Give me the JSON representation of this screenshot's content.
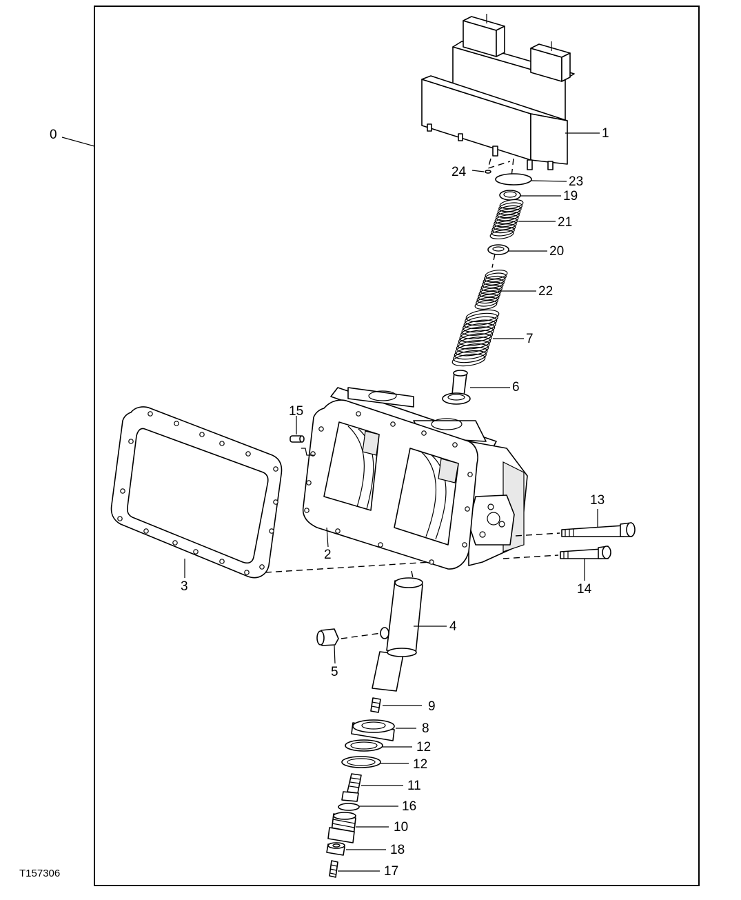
{
  "figure_code": "T157306",
  "callouts": [
    "0",
    "1",
    "2",
    "3",
    "4",
    "5",
    "6",
    "7",
    "8",
    "9",
    "10",
    "11",
    "12",
    "13",
    "14",
    "15",
    "16",
    "17",
    "18",
    "19",
    "20",
    "21",
    "22",
    "23",
    "24"
  ],
  "callout_12_second": "12"
}
